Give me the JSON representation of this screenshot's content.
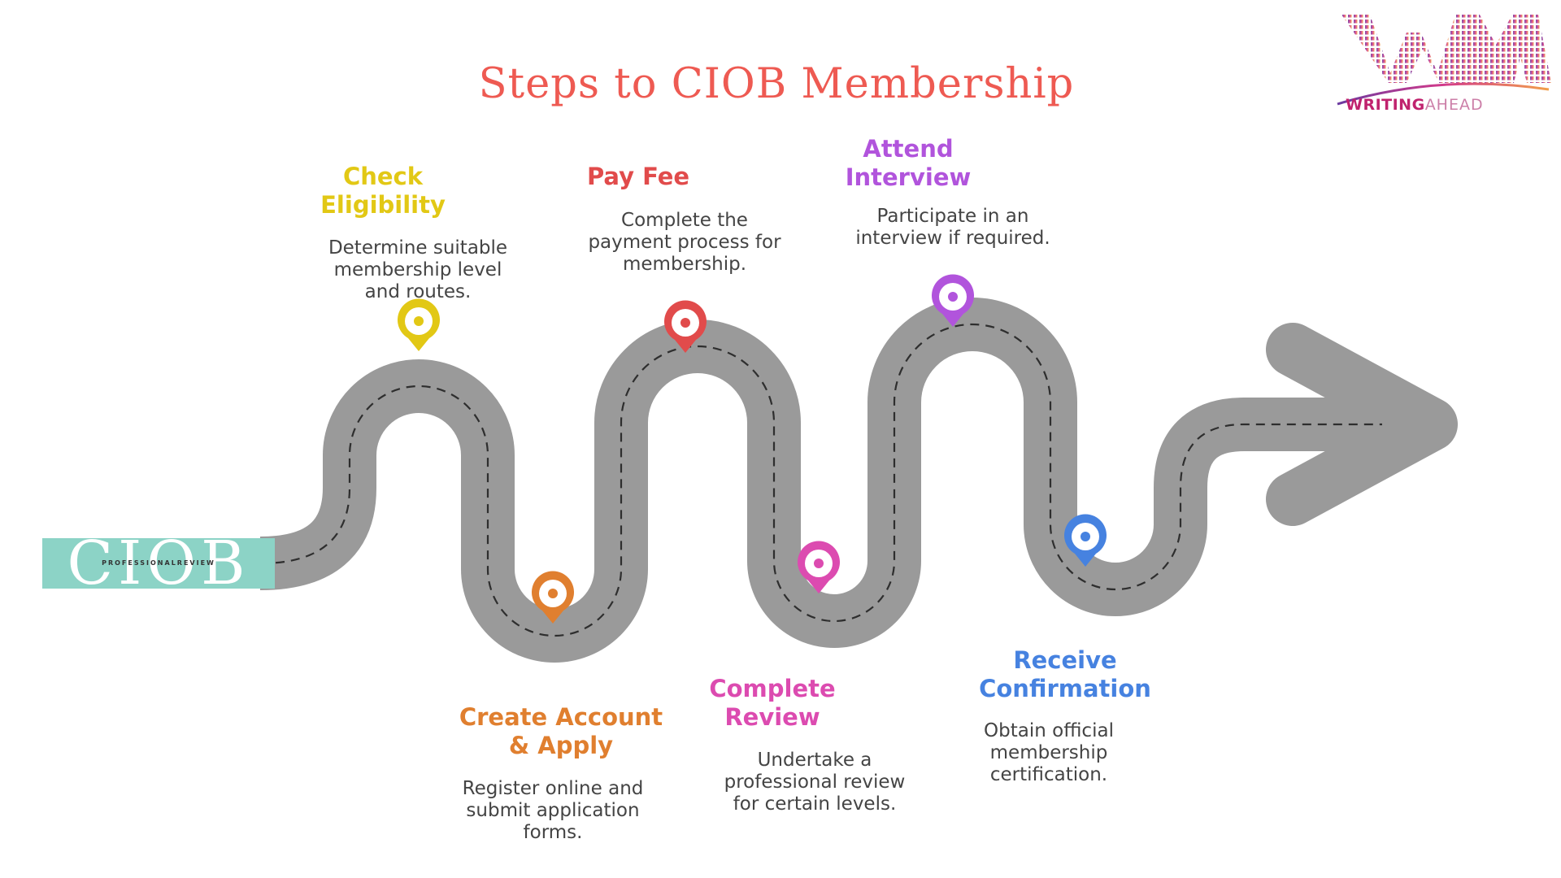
{
  "title": "Steps to CIOB Membership",
  "logo": {
    "text_bold": "WRITING",
    "text_light": "AHEAD"
  },
  "badge": {
    "main": "CIOB",
    "sub": "PROFESSIONALREVIEW"
  },
  "steps": [
    {
      "title_lines": [
        "Check",
        "Eligibility"
      ],
      "desc_lines": [
        "Determine suitable",
        "membership level",
        "and routes."
      ],
      "color": "#e2c815"
    },
    {
      "title_lines": [
        "Create Account",
        "& Apply"
      ],
      "desc_lines": [
        "Register online and",
        "submit application",
        "forms."
      ],
      "color": "#e07f2f"
    },
    {
      "title_lines": [
        "Pay Fee"
      ],
      "desc_lines": [
        "Complete the",
        "payment process for",
        "membership."
      ],
      "color": "#e14b4b"
    },
    {
      "title_lines": [
        "Complete",
        "Review"
      ],
      "desc_lines": [
        "Undertake a",
        "professional review",
        "for certain levels."
      ],
      "color": "#dc4bb0"
    },
    {
      "title_lines": [
        "Attend",
        "Interview"
      ],
      "desc_lines": [
        "Participate in an",
        "interview if required."
      ],
      "color": "#b154dc"
    },
    {
      "title_lines": [
        "Receive",
        "Confirmation"
      ],
      "desc_lines": [
        "Obtain official",
        "membership",
        "certification."
      ],
      "color": "#4682e0"
    }
  ]
}
